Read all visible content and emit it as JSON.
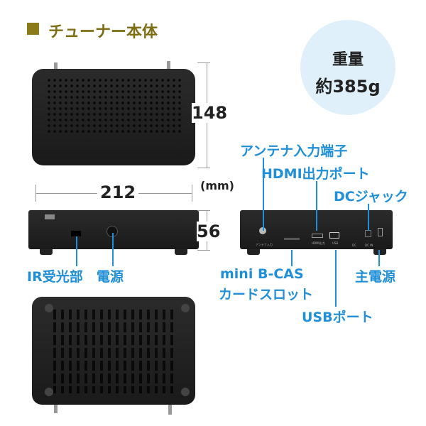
{
  "title": {
    "text": "チューナー本体",
    "accent": "#8a7a18"
  },
  "weight": {
    "label": "重量",
    "value": "約385g",
    "bg": "#dff0fb"
  },
  "dimensions": {
    "depth": "148",
    "width": "212",
    "height": "56",
    "unit": "(mm)"
  },
  "labels": {
    "antenna": "アンテナ入力端子",
    "hdmi": "HDMI出力ポート",
    "dc": "DCジャック",
    "ir": "IR受光部",
    "power": "電源",
    "bcas_1": "mini B-CAS",
    "bcas_2": "カードスロット",
    "usb": "USBポート",
    "main_power": "主電源"
  },
  "device_print": {
    "antenna_in": "アンテナ入力",
    "hdmi_out": "HDMI出力",
    "usb": "USB",
    "dc": "DC",
    "dc_in": "DC IN"
  },
  "colors": {
    "label_blue": "#1f8fd8",
    "device": "#222222"
  }
}
